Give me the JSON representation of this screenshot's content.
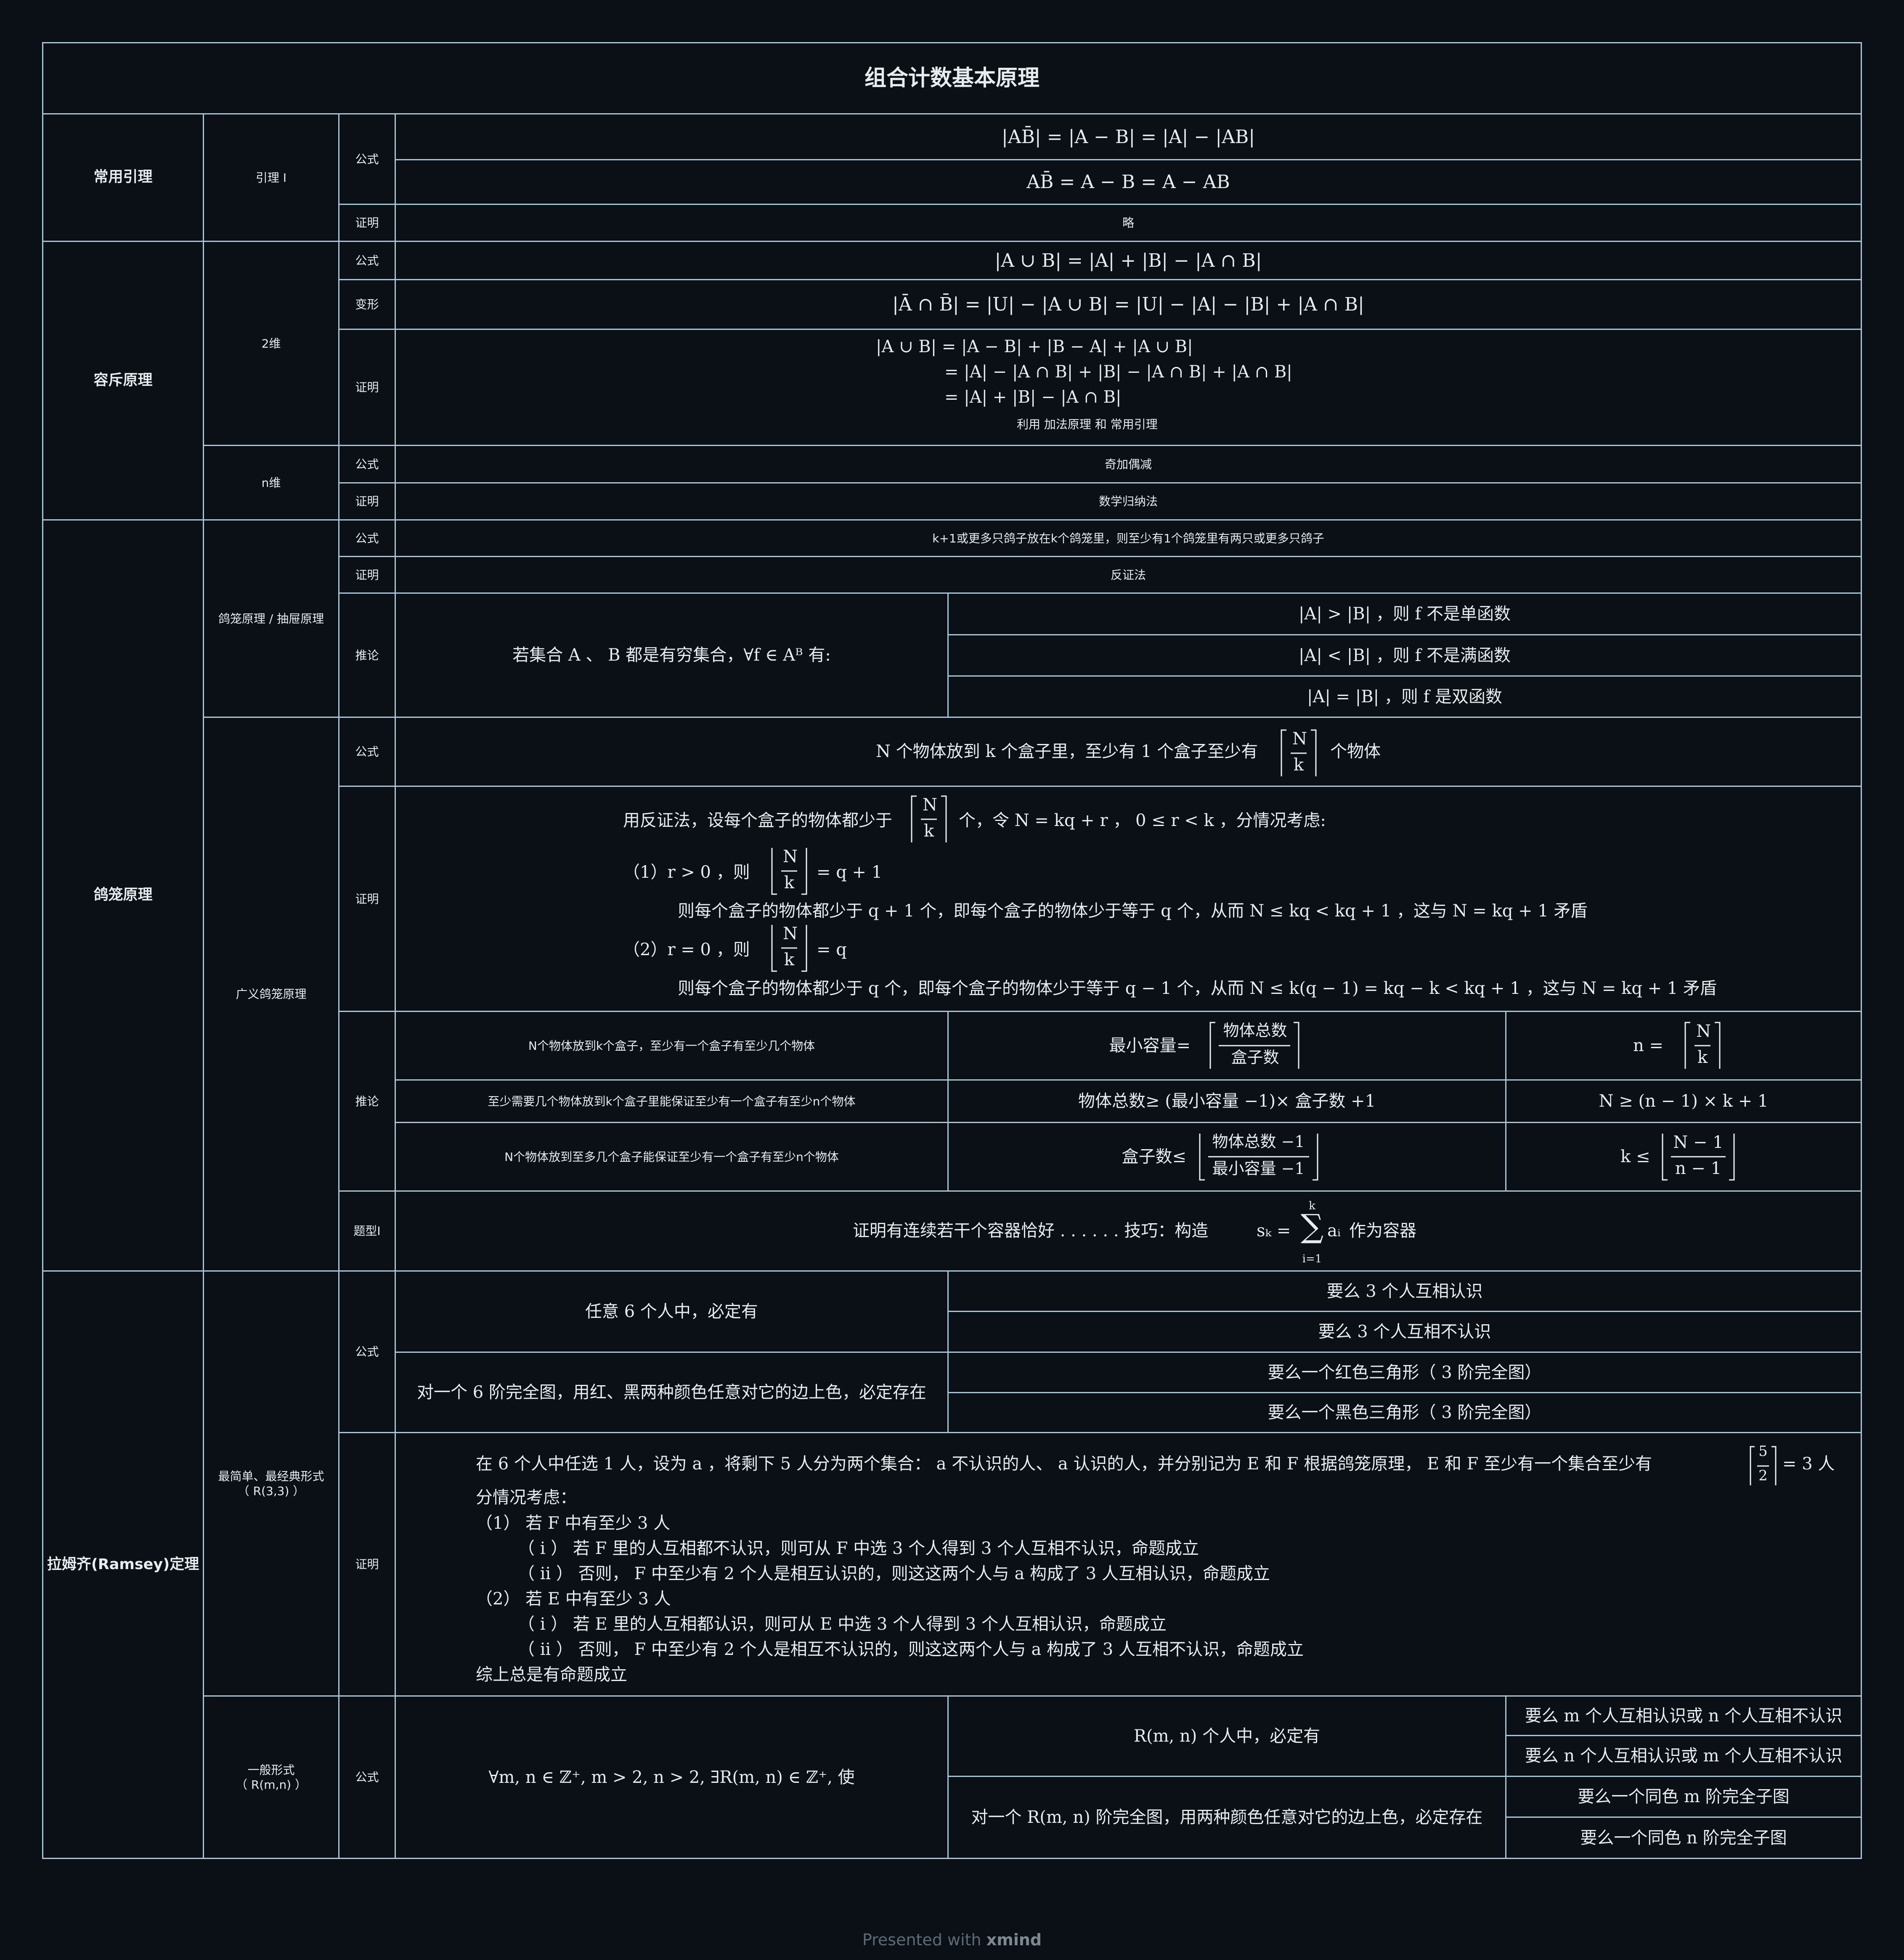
{
  "title": "组合计数基本原理",
  "labels": {
    "formula": "公式",
    "proof": "证明",
    "variant": "变形",
    "corollary": "推论",
    "problem_type": "题型I"
  },
  "lemma": {
    "section": "常用引理",
    "name": "引理 I",
    "formula_1": "|AB̄| = |A − B| = |A| − |AB|",
    "formula_2": "AB̄ = A − B = A − AB",
    "proof": "略"
  },
  "inclusion_exclusion": {
    "section": "容斥原理",
    "dim2": "2维",
    "formula": "|A ∪ B| = |A| + |B| − |A ∩ B|",
    "variant": "|Ā ∩ B̄| = |U| − |A ∪ B| = |U| − |A| − |B| + |A ∩ B|",
    "proof_lines": [
      "|A ∪ B| = |A − B| + |B − A| + |A ∪ B|",
      "= |A| − |A ∩ B| + |B| − |A ∩ B| + |A ∩ B|",
      "= |A| + |B| − |A ∩ B|"
    ],
    "proof_note": "利用 加法原理 和 常用引理",
    "dimn": "n维",
    "n_formula": "奇加偶减",
    "n_proof": "数学归纳法"
  },
  "pigeonhole": {
    "section": "鸽笼原理",
    "basic_name": "鸽笼原理 / 抽屉原理",
    "basic_formula": "k+1或更多只鸽子放在k个鸽笼里，则至少有1个鸽笼里有两只或更多只鸽子",
    "basic_proof": "反证法",
    "corollary_premise": "若集合 A 、 B 都是有穷集合，∀f ∈ Aᴮ 有:",
    "corollary_items": [
      "|A| > |B| ，则 f 不是单函数",
      "|A| < |B| ，则 f 不是满函数",
      "|A| = |B| ，则 f 是双函数"
    ],
    "general_name": "广义鸽笼原理",
    "general_formula_pre": "N 个物体放到 k 个盒子里，至少有 1 个盒子至少有",
    "general_formula_post": "个物体",
    "frac_num": "N",
    "frac_den": "k",
    "proof_intro_pre": "用反证法，设每个盒子的物体都少于",
    "proof_intro_post": "个，令 N = kq + r ， 0 ≤ r < k ，分情况考虑:",
    "proof_case1_pre": "（1）r > 0 ，则",
    "proof_case1_post": "= q + 1",
    "proof_case1_detail": "则每个盒子的物体都少于 q + 1 个，即每个盒子的物体少于等于 q 个，从而 N ≤ kq < kq + 1 ，这与 N = kq + 1 矛盾",
    "proof_case2_pre": "（2）r = 0 ，则",
    "proof_case2_post": "= q",
    "proof_case2_detail": "则每个盒子的物体都少于 q 个，即每个盒子的物体少于等于 q − 1 个，从而 N ≤ k(q − 1) = kq − k < kq + 1 ，这与 N = kq + 1 矛盾",
    "corollary_rows": [
      {
        "q": "N个物体放到k个盒子，至少有一个盒子有至少几个物体",
        "mid_pre": "最小容量=",
        "mid_num": "物体总数",
        "mid_den": "盒子数",
        "right_pre": "n =",
        "right_num": "N",
        "right_den": "k"
      },
      {
        "q": "至少需要几个物体放到k个盒子里能保证至少有一个盒子有至少n个物体",
        "mid": "物体总数≥ (最小容量 −1)× 盒子数 +1",
        "right": "N ≥ (n − 1) × k + 1"
      },
      {
        "q": "N个物体放到至多几个盒子能保证至少有一个盒子有至少n个物体",
        "mid_pre": "盒子数≤",
        "mid_num": "物体总数 −1",
        "mid_den": "最小容量 −1",
        "right_pre": "k ≤",
        "right_num": "N − 1",
        "right_den": "n − 1"
      }
    ],
    "problem_pre": "证明有连续若干个容器恰好 . . . . . . 技巧：构造",
    "problem_sum_lhs": "sₖ =",
    "problem_sum_top": "k",
    "problem_sum_sym": "∑",
    "problem_sum_bot": "i=1",
    "problem_sum_term": "aᵢ",
    "problem_post": "作为容器"
  },
  "ramsey": {
    "section": "拉姆齐(Ramsey)定理",
    "simple_name": "最简单、最经典形式",
    "simple_sub": "（ R(3,3) ）",
    "simple_people": "任意 6 个人中，必定有",
    "simple_graph": "对一个 6 阶完全图，用红、黑两种颜色任意对它的边上色，必定存在",
    "simple_outcomes": [
      "要么 3 个人互相认识",
      "要么 3 个人互相不认识",
      "要么一个红色三角形（ 3 阶完全图）",
      "要么一个黑色三角形（ 3 阶完全图）"
    ],
    "proof_first_pre": "在 6 个人中任选 1 人，设为 a ，将剩下 5 人分为两个集合： a 不认识的人、 a 认识的人，并分别记为 E 和 F 根据鸽笼原理， E 和 F 至少有一个集合至少有",
    "proof_frac_num": "5",
    "proof_frac_den": "2",
    "proof_first_post": "= 3 人",
    "proof_lines": [
      "分情况考虑：",
      "（1） 若 F 中有至少 3 人",
      "（ i ） 若 F 里的人互相都不认识，则可从 F 中选 3 个人得到 3 个人互相不认识，命题成立",
      "（ ii ） 否则， F 中至少有 2 个人是相互认识的，则这这两个人与 a 构成了 3 人互相认识，命题成立",
      "（2） 若 E 中有至少 3 人",
      "（ i ） 若 E 里的人互相都认识，则可从 E 中选 3 个人得到 3 个人互相认识，命题成立",
      "（ ii ） 否则， F 中至少有 2 个人是相互不认识的，则这这两个人与 a 构成了 3 人互相不认识，命题成立",
      "综上总是有命题成立"
    ],
    "general_name": "一般形式",
    "general_sub": "（ R(m,n) ）",
    "general_formula": "∀m, n ∈ ℤ⁺, m > 2, n > 2, ∃R(m, n) ∈ ℤ⁺, 使",
    "general_people": "R(m, n) 个人中，必定有",
    "general_graph": "对一个 R(m, n) 阶完全图，用两种颜色任意对它的边上色，必定存在",
    "general_outcomes": [
      "要么 m 个人互相认识或 n 个人互相不认识",
      "要么 n 个人互相认识或 m 个人互相不认识",
      "要么一个同色 m 阶完全子图",
      "要么一个同色 n 阶完全子图"
    ]
  },
  "footer": {
    "prefix": "Presented with",
    "brand": "xmind"
  }
}
